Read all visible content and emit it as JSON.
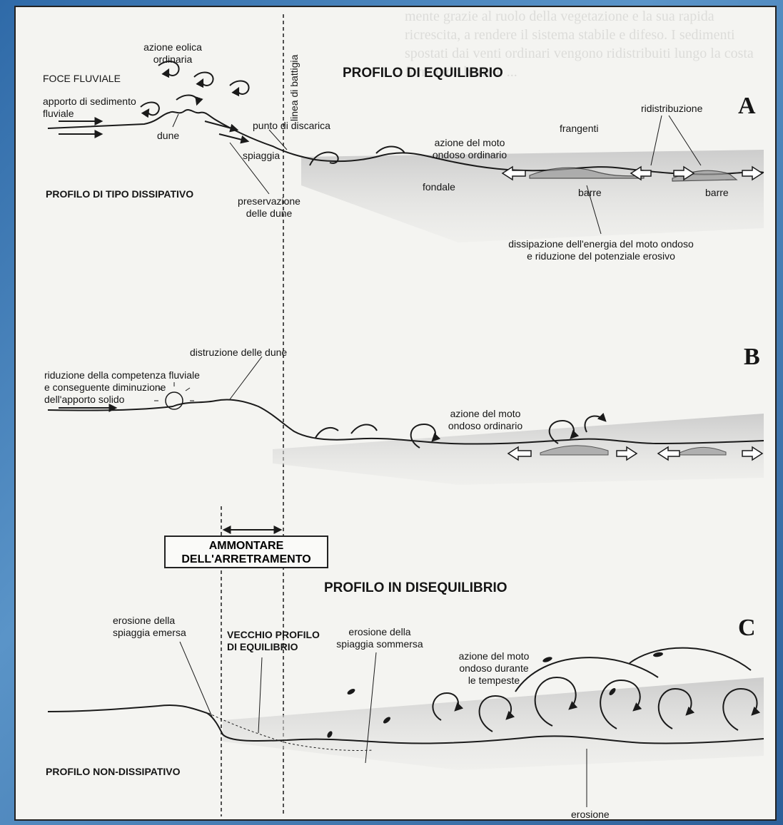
{
  "labels": {
    "profilo_equilibrio": "PROFILO DI EQUILIBRIO",
    "letter_a": "A",
    "letter_b": "B",
    "letter_c": "C",
    "azione_eolica": "azione eolica\nordinaria",
    "foce_fluviale": "FOCE FLUVIALE",
    "apporto_sedimento": "apporto di sedimento\nfluviale",
    "linea_battigia": "linea di battigia",
    "punto_discarica": "punto di discarica",
    "dune": "dune",
    "spiaggia": "spiaggia",
    "preservazione_dune": "preservazione\ndelle dune",
    "profilo_dissipativo": "PROFILO DI TIPO DISSIPATIVO",
    "ridistribuzione": "ridistribuzione",
    "frangenti": "frangenti",
    "azione_moto_a": "azione del moto\nondoso ordinario",
    "fondale": "fondale",
    "barre_1": "barre",
    "barre_2": "barre",
    "dissipazione": "dissipazione dell'energia del moto ondoso\ne riduzione del potenziale erosivo",
    "distruzione_dune": "distruzione delle dune",
    "riduzione_competenza": "riduzione della competenza fluviale\ne conseguente diminuzione\ndell'apporto solido",
    "azione_moto_b": "azione del moto\nondoso ordinario",
    "ammontare": "AMMONTARE\nDELL'ARRETRAMENTO",
    "profilo_disequilibrio": "PROFILO IN DISEQUILIBRIO",
    "erosione_emersa": "erosione della\nspiaggia emersa",
    "vecchio_profilo": "VECCHIO PROFILO\nDI EQUILIBRIO",
    "erosione_sommersa": "erosione della\nspiaggia sommersa",
    "azione_moto_c": "azione del moto\nondoso durante\nle tempeste",
    "profilo_non_dissipativo": "PROFILO NON-DISSIPATIVO",
    "erosione": "erosione"
  },
  "colors": {
    "line": "#1a1a1a",
    "sea_band": "#b9b9b9",
    "panel": "#f4f4f1",
    "frame": "#3f78b0"
  }
}
